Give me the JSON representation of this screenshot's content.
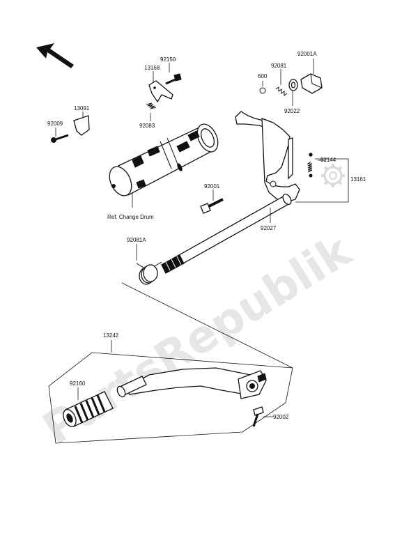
{
  "watermark": "PartsRepublik",
  "labels": {
    "p13091": "13091",
    "p92009": "92009",
    "p13168": "13168",
    "p92150": "92150",
    "p92083": "92083",
    "p600": "600",
    "p92081": "92081",
    "p92001A": "92001A",
    "p92022": "92022",
    "p92144": "92144",
    "p13161": "13161",
    "p92001": "92001",
    "p92027": "92027",
    "ref_drum": "Ref. Change Drum",
    "p92081A": "92081A",
    "p13242": "13242",
    "p92160": "92160",
    "p92002": "92002"
  }
}
